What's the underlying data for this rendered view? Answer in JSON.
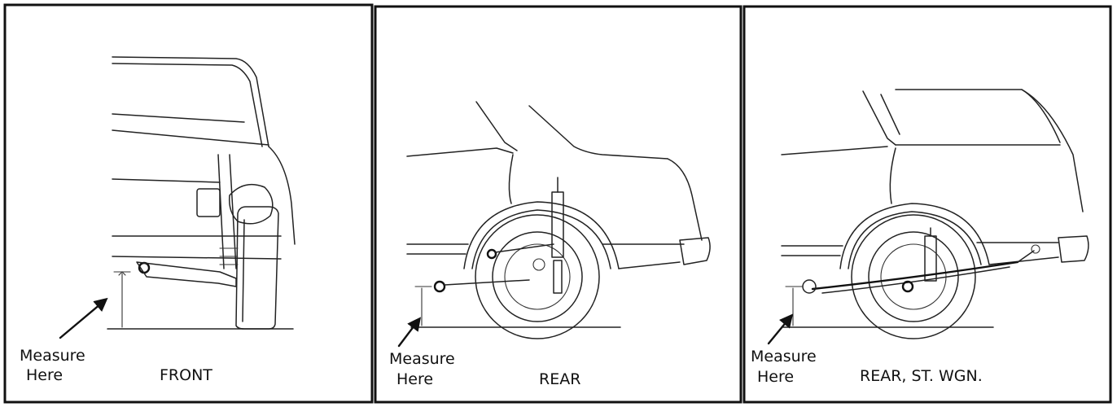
{
  "panels": [
    {
      "caption": "FRONT",
      "pointer_line1": "Measure",
      "pointer_line2": "Here"
    },
    {
      "caption": "REAR",
      "pointer_line1": "Measure",
      "pointer_line2": "Here"
    },
    {
      "caption": "REAR, ST. WGN.",
      "pointer_line1": "Measure",
      "pointer_line2": "Here"
    }
  ]
}
